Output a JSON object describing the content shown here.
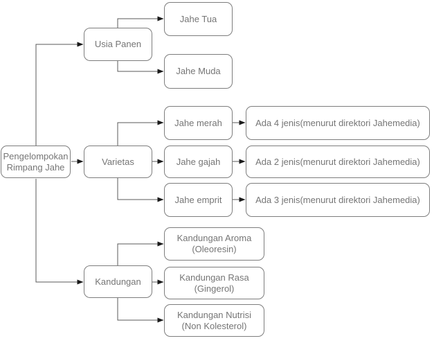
{
  "diagram": {
    "title_node": "Pengelompokan Rimpang Jahe",
    "colors": {
      "background": "#ffffff",
      "box_fill": "#ffffff",
      "box_border": "#7d7d7d",
      "text": "#757575",
      "line": "#595959",
      "arrowhead": "#1a1a1a"
    },
    "nodes": {
      "root": {
        "lines": [
          "Pengelompokan",
          "Rimpang Jahe"
        ]
      },
      "usia_panen": {
        "label": "Usia Panen"
      },
      "jahe_tua": {
        "label": "Jahe Tua"
      },
      "jahe_muda": {
        "label": "Jahe Muda"
      },
      "varietas": {
        "label": "Varietas"
      },
      "jahe_merah": {
        "label": "Jahe merah"
      },
      "jahe_gajah": {
        "label": "Jahe gajah"
      },
      "jahe_emprit": {
        "label": "Jahe emprit"
      },
      "ada_4": {
        "label": "Ada 4 jenis(menurut direktori Jahemedia)"
      },
      "ada_2": {
        "label": "Ada 2 jenis(menurut direktori Jahemedia)"
      },
      "ada_3": {
        "label": "Ada 3 jenis(menurut direktori Jahemedia)"
      },
      "kandungan": {
        "label": "Kandungan"
      },
      "aroma": {
        "lines": [
          "Kandungan Aroma",
          "(Oleoresin)"
        ]
      },
      "rasa": {
        "lines": [
          "Kandungan Rasa",
          "(Gingerol)"
        ]
      },
      "nutrisi": {
        "lines": [
          "Kandungan Nutrisi",
          "(Non Kolesterol)"
        ]
      }
    },
    "edges": [
      {
        "from": "root",
        "to": "usia_panen"
      },
      {
        "from": "root",
        "to": "varietas"
      },
      {
        "from": "root",
        "to": "kandungan"
      },
      {
        "from": "usia_panen",
        "to": "jahe_tua"
      },
      {
        "from": "usia_panen",
        "to": "jahe_muda"
      },
      {
        "from": "varietas",
        "to": "jahe_merah"
      },
      {
        "from": "varietas",
        "to": "jahe_gajah"
      },
      {
        "from": "varietas",
        "to": "jahe_emprit"
      },
      {
        "from": "jahe_merah",
        "to": "ada_4"
      },
      {
        "from": "jahe_gajah",
        "to": "ada_2"
      },
      {
        "from": "jahe_emprit",
        "to": "ada_3"
      },
      {
        "from": "kandungan",
        "to": "aroma"
      },
      {
        "from": "kandungan",
        "to": "rasa"
      },
      {
        "from": "kandungan",
        "to": "nutrisi"
      }
    ]
  }
}
